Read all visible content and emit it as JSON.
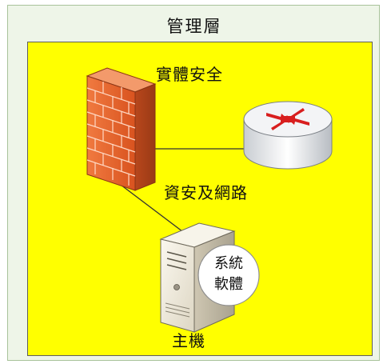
{
  "outer_layer": {
    "title": "管理層"
  },
  "inner_layer": {
    "physical_security_label": "實體安全",
    "network_label": "資安及網路",
    "host_label": "主機",
    "software_bubble": {
      "line1": "系統",
      "line2": "軟體"
    }
  },
  "icons": {
    "firewall": "firewall-brick-wall-icon",
    "router": "router-icon",
    "server": "server-tower-icon"
  },
  "colors": {
    "outer_background": "#eef5e8",
    "inner_background": "#ffff00",
    "firewall_brick": "#e0612e",
    "router_arrows": "#d81e1e"
  }
}
